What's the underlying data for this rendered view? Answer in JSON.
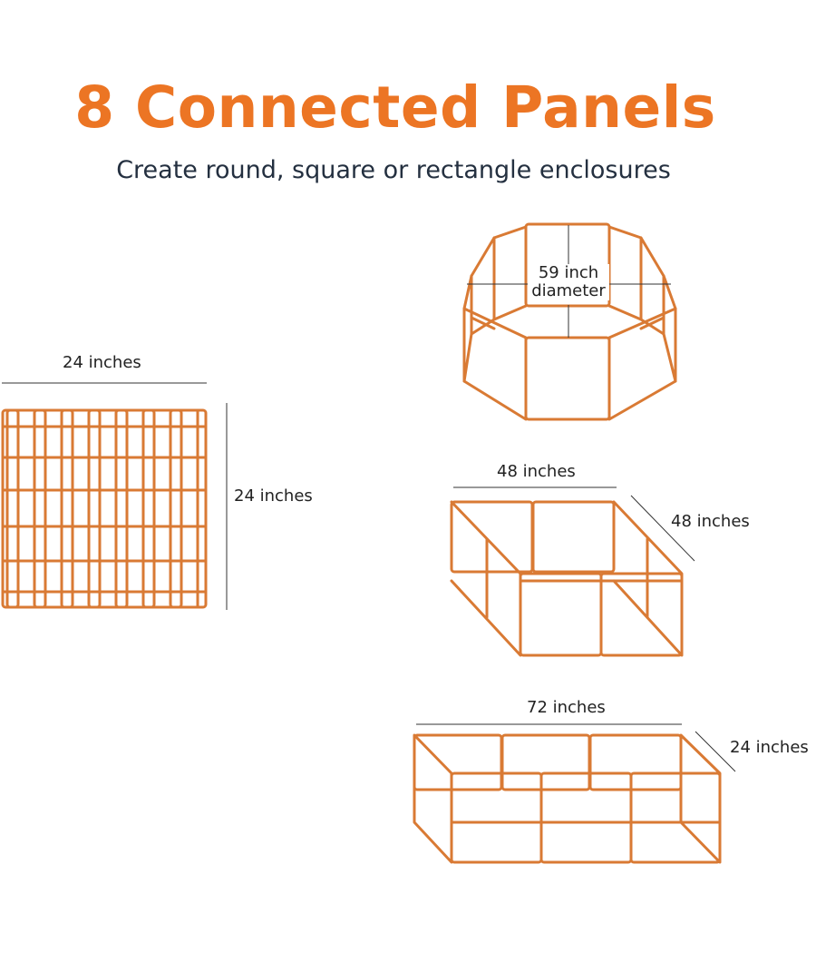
{
  "header": {
    "title": "8 Connected Panels",
    "subtitle": "Create round, square or rectangle enclosures"
  },
  "panel": {
    "width_label": "24 inches",
    "height_label": "24 inches"
  },
  "octagon": {
    "diameter_label_line1": "59 inch",
    "diameter_label_line2": "diameter"
  },
  "square_pen": {
    "width_label": "48 inches",
    "depth_label": "48 inches"
  },
  "rect_pen": {
    "width_label": "72 inches",
    "depth_label": "24 inches"
  },
  "colors": {
    "title": "#ec7524",
    "subtitle": "#243040",
    "fence": "#d97a34",
    "dimension_lines": "#333333"
  }
}
